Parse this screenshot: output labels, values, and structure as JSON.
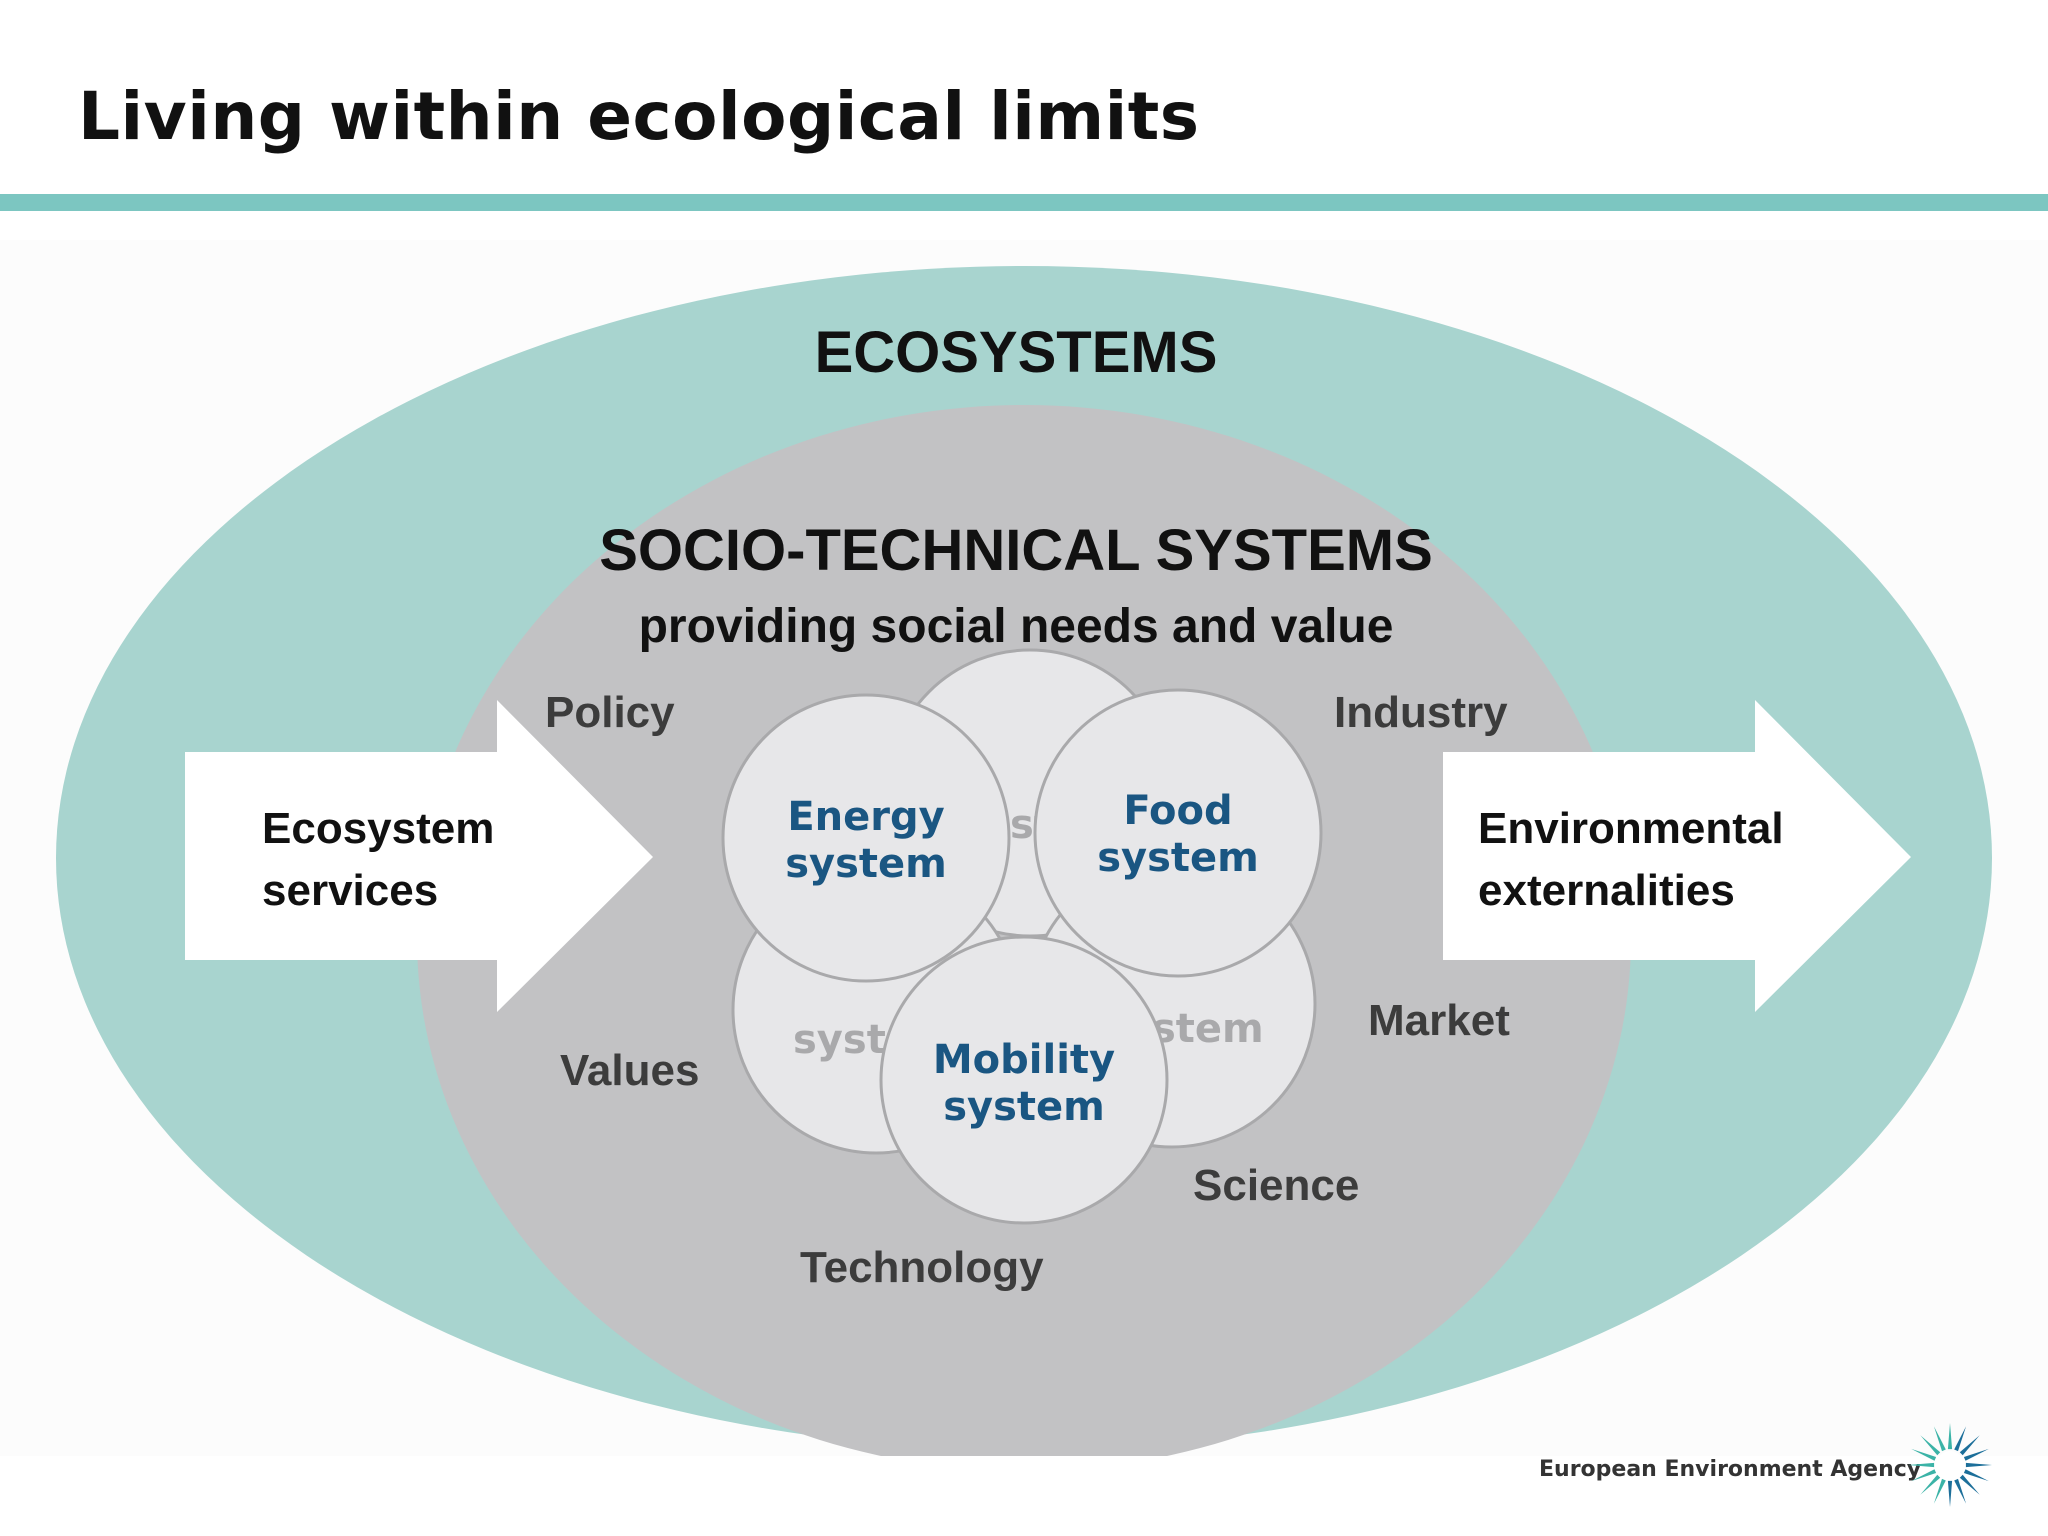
{
  "title": "Living within ecological limits",
  "colors": {
    "accent_rule": "#7cc6c1",
    "ecosystems_fill": "#a8d4cf",
    "socio_fill": "#c2c2c4",
    "circle_fill": "#e7e7e9",
    "circle_stroke": "#a9a9ab",
    "system_text": "#1a5682",
    "faded_text": "#a9a9ab",
    "arrow_fill": "#ffffff",
    "logo_blue": "#1c6f9a",
    "logo_teal": "#3bb3a7"
  },
  "diagram": {
    "outer_label": "ECOSYSTEMS",
    "inner_label": "SOCIO-TECHNICAL SYSTEMS",
    "inner_sublabel": "providing social needs and value",
    "factors": {
      "policy": "Policy",
      "industry": "Industry",
      "market": "Market",
      "values": "Values",
      "science": "Science",
      "technology": "Technology"
    },
    "systems": {
      "energy": [
        "Energy",
        "system"
      ],
      "food": [
        "Food",
        "system"
      ],
      "mobility": [
        "Mobility",
        "system"
      ]
    },
    "faded_fragments": {
      "top": "st",
      "bottom_left": "syst",
      "bottom_right": "stem"
    },
    "input_arrow": [
      "Ecosystem",
      "services"
    ],
    "output_arrow": [
      "Environmental",
      "externalities"
    ]
  },
  "footer": {
    "organization": "European Environment Agency",
    "logo_icon": "eea-sun-logo-icon"
  }
}
